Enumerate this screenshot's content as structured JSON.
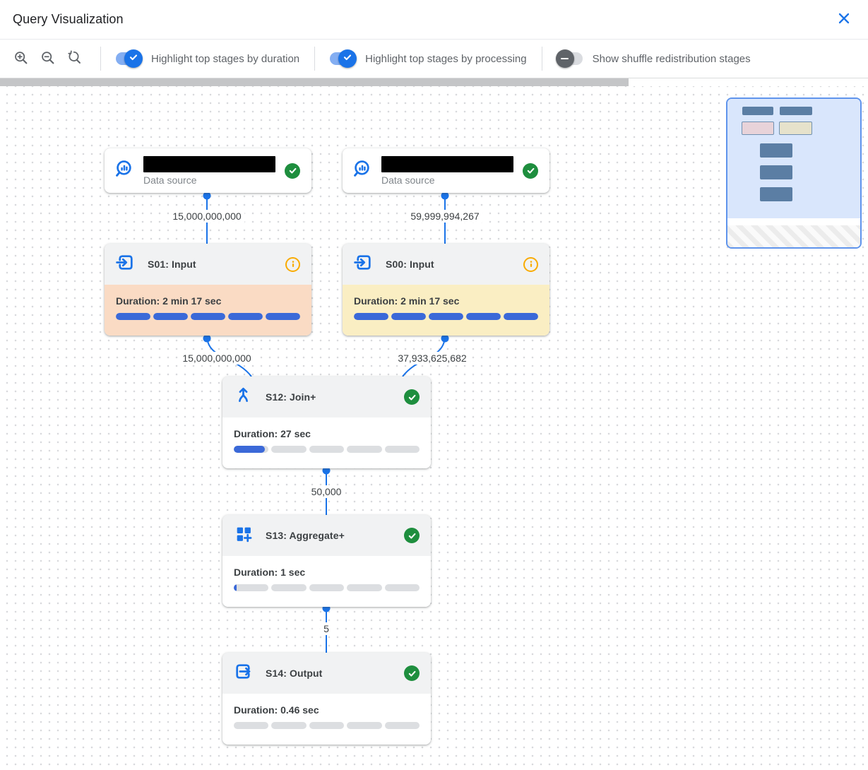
{
  "header": {
    "title": "Query Visualization"
  },
  "toolbar": {
    "zoom_in": "zoom-in",
    "zoom_out": "zoom-out",
    "zoom_reset": "reset-zoom",
    "toggles": [
      {
        "label": "Highlight top stages by duration",
        "state": true
      },
      {
        "label": "Highlight top stages by processing",
        "state": true
      },
      {
        "label": "Show shuffle redistribution stages",
        "state": false
      }
    ]
  },
  "colors": {
    "accent_blue": "#1a73e8",
    "progress_blue": "#3b69d8",
    "success_green": "#1e8e3e",
    "info_amber": "#f9ab00",
    "duration_highlight": "#fadbc4",
    "processing_highlight": "#faeec3"
  },
  "graph": {
    "data_sources": [
      {
        "label": "Data source",
        "name_redacted": true,
        "status": "success"
      },
      {
        "label": "Data source",
        "name_redacted": true,
        "status": "success"
      }
    ],
    "edges": [
      {
        "from": "data-source-1",
        "to": "S01",
        "label": "15,000,000,000"
      },
      {
        "from": "data-source-2",
        "to": "S00",
        "label": "59,999,994,267"
      },
      {
        "from": "S01",
        "to": "S12",
        "label": "15,000,000,000"
      },
      {
        "from": "S00",
        "to": "S12",
        "label": "37,933,625,682"
      },
      {
        "from": "S12",
        "to": "S13",
        "label": "50,000"
      },
      {
        "from": "S13",
        "to": "S14",
        "label": "5"
      }
    ],
    "stages": [
      {
        "title": "S01: Input",
        "duration": "Duration: 2 min 17 sec",
        "progress_pct": 100,
        "status": "info",
        "highlight": "duration"
      },
      {
        "title": "S00: Input",
        "duration": "Duration: 2 min 17 sec",
        "progress_pct": 100,
        "status": "info",
        "highlight": "processing"
      },
      {
        "title": "S12: Join+",
        "duration": "Duration: 27 sec",
        "progress_pct": 18,
        "status": "success",
        "highlight": "none"
      },
      {
        "title": "S13: Aggregate+",
        "duration": "Duration: 1 sec",
        "progress_pct": 1.5,
        "status": "success",
        "highlight": "none"
      },
      {
        "title": "S14: Output",
        "duration": "Duration: 0.46 sec",
        "progress_pct": 0,
        "status": "success",
        "highlight": "none"
      }
    ]
  }
}
